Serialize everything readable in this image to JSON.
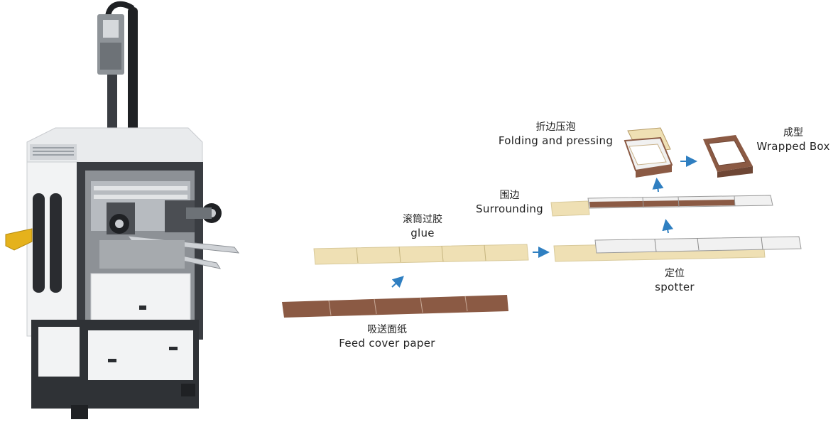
{
  "steps": [
    {
      "zh": "吸送面纸",
      "en": "Feed cover paper"
    },
    {
      "zh": "滚筒过胶",
      "en": "glue"
    },
    {
      "zh": "定位",
      "en": "spotter"
    },
    {
      "zh": "围边",
      "en": "Surrounding"
    },
    {
      "zh": "折边压泡",
      "en": "Folding and pressing"
    },
    {
      "zh": "成型",
      "en": "Wrapped Box"
    }
  ],
  "colors": {
    "cover_paper": "#8b5a44",
    "glued_strip": "#efe0b4",
    "white_board": "#f1f1f1",
    "arrow": "#2f7fc1",
    "machine_frame": "#3a3d42",
    "machine_panel": "#f2f3f4",
    "handle": "#e5b21c"
  }
}
